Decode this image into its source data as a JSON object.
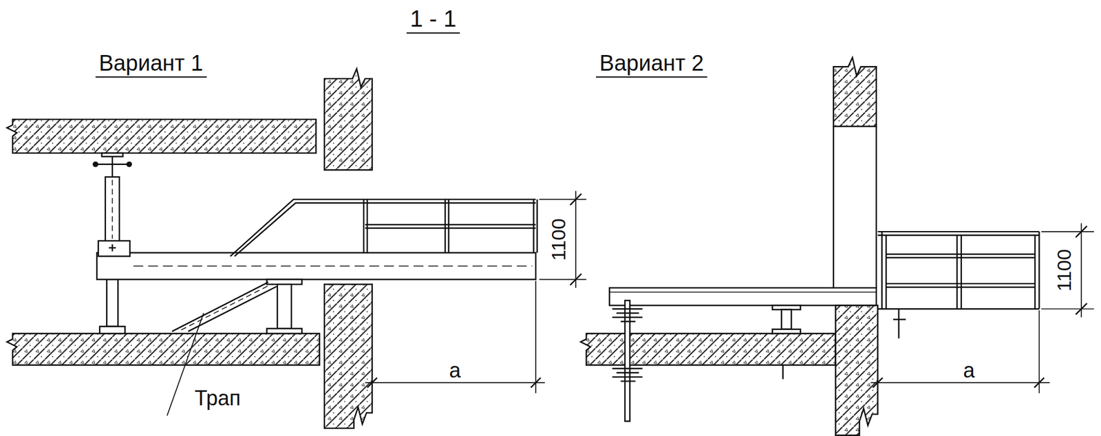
{
  "diagram": {
    "title": "1 - 1",
    "labels": [
      "Вариант 1",
      "Вариант 2",
      "1100",
      "1100",
      "a",
      "a",
      "Трап"
    ]
  }
}
